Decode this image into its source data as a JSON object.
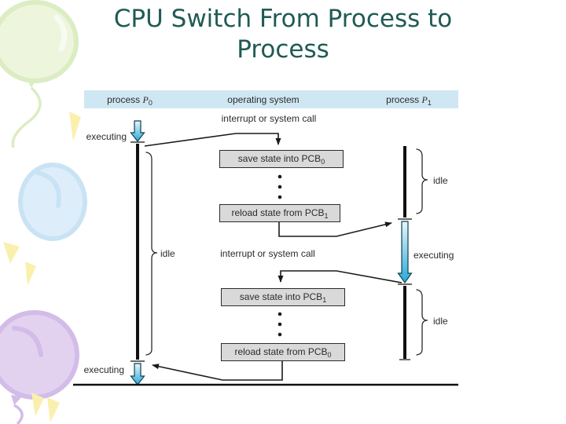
{
  "colors": {
    "title": "#1F5B54",
    "header_bg": "#CFE7F3",
    "box_bg": "#D9D9D9",
    "line": "#1A1A1A",
    "arrow_blue": "#28A8DA",
    "arrow_blue_light": "#E8F6FB"
  },
  "slide": {
    "title_line1": "CPU Switch From Process to",
    "title_line2": "Process"
  },
  "diagram": {
    "header": {
      "left_pre": "process ",
      "left_var": "P",
      "left_sub": "0",
      "center": "operating system",
      "right_pre": "process ",
      "right_var": "P",
      "right_sub": "1"
    },
    "interrupts": {
      "top": "interrupt or system call",
      "bottom": "interrupt or system call"
    },
    "boxes": [
      {
        "text": "save state into PCB",
        "sub": "0"
      },
      {
        "text": "reload state from PCB",
        "sub": "1"
      },
      {
        "text": "save state into PCB",
        "sub": "1"
      },
      {
        "text": "reload state from PCB",
        "sub": "0"
      }
    ],
    "labels": {
      "executing_p0_top": "executing",
      "executing_p1": "executing",
      "executing_p0_bottom": "executing",
      "idle_p0": "idle",
      "idle_p1_top": "idle",
      "idle_p1_bottom": "idle"
    }
  }
}
